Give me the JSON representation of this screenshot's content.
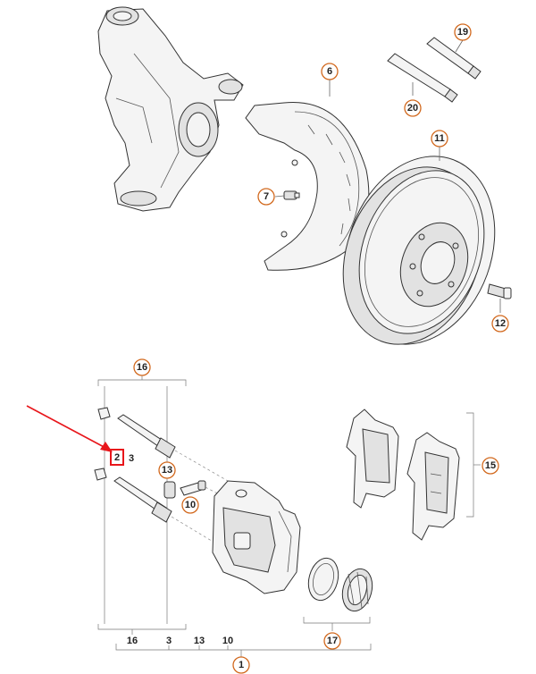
{
  "callouts": {
    "c19": "19",
    "c20": "20",
    "c6": "6",
    "c11": "11",
    "c7": "7",
    "c12": "12",
    "c16a": "16",
    "c13a": "13",
    "c10a": "10",
    "c15": "15",
    "c17": "17",
    "c1": "1"
  },
  "plain_labels": {
    "l2": "2",
    "l3": "3",
    "l16b": "16",
    "l3b": "3",
    "l13b": "13",
    "l10b": "10"
  },
  "colors": {
    "callout_ring": "#d2691e",
    "highlight": "#e8161b",
    "arrow": "#e8161b"
  }
}
